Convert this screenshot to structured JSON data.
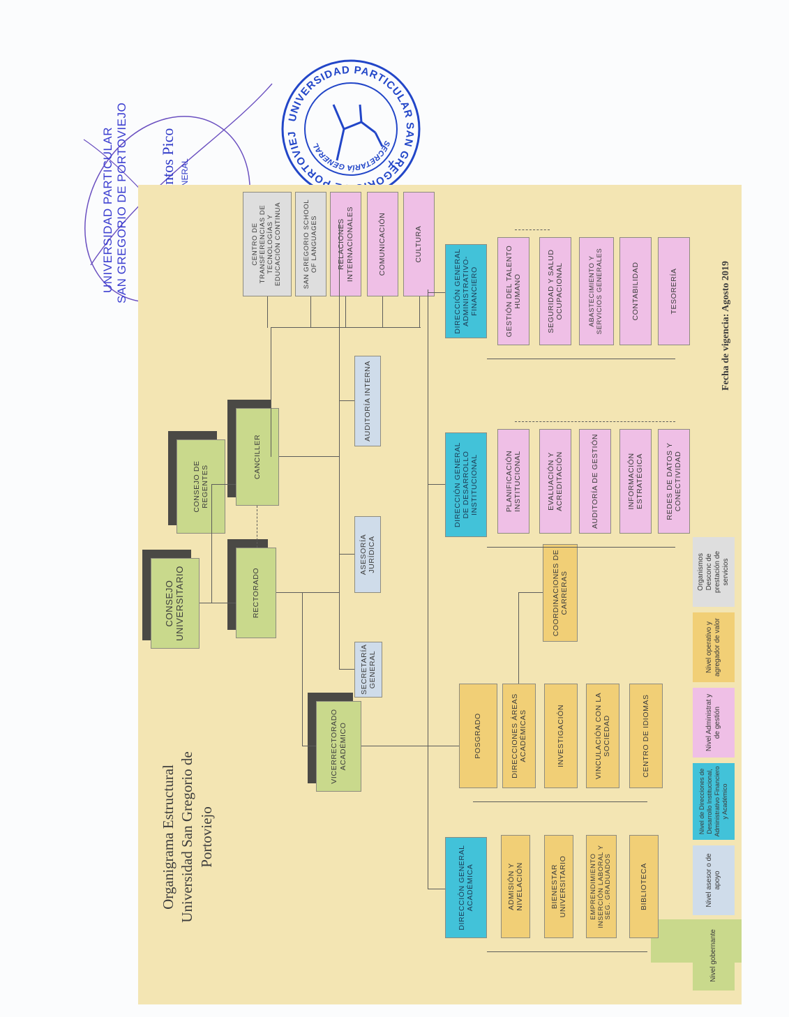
{
  "title": {
    "line1": "Organigrama Estructural",
    "line2": "Universidad San Gregorio de",
    "line3": "Portoviejo"
  },
  "fecha_vigencia": "Fecha de vigencia: Agosto 2019",
  "legend": [
    {
      "label": "Nivel gobernante",
      "color": "#c9d98c"
    },
    {
      "label": "Nivel asesor o de apoyo",
      "color": "#cfdcea"
    },
    {
      "label": "Nivel de Direcciones de Desarrollo Institucional, Administrativo Financiero y Académico",
      "color": "#42c2d9"
    },
    {
      "label": "Nivel Administrat y de gestión",
      "color": "#efbfe6"
    },
    {
      "label": "Nivel operativo y agregador de valor",
      "color": "#f1cf76"
    },
    {
      "label": "Organismos Desconc de prestación de servicios",
      "color": "#dedede"
    }
  ],
  "nodes": {
    "consejo_universitario": "CONSEJO UNIVERSITARIO",
    "consejo_regentes": "CONSEJO DE REGENTES",
    "rectorado": "RECTORADO",
    "canciller": "CANCILLER",
    "vicerrectorado": "VICERRECTORADO ACADÉMICO",
    "secretaria_general": "SECRETARÍA GENERAL",
    "asesoria_juridica": "ASESORÍA JURÍDICA",
    "auditoria_interna": "AUDITORÍA INTERNA",
    "dir_academica": "DIRECCIÓN GENERAL ACADÉMICA",
    "dir_desarrollo": "DIRECCIÓN GENERAL DE DESARROLLO INSTITUCIONAL",
    "dir_administrativo": "DIRECCIÓN GENERAL ADMINISTRATIVO-FINANCIERO",
    "admision": "ADMISIÓN Y NIVELACIÓN",
    "bienestar": "BIENESTAR UNIVERSITARIO",
    "emprendimiento": "EMPRENDIMIENTO INSERCIÓN LABORAL Y SEG. GRADUADOS",
    "biblioteca": "BIBLIOTECA",
    "posgrado": "POSGRADO",
    "direcciones_areas": "DIRECCIONES ÁREAS ACADÉMICAS",
    "investigacion": "INVESTIGACIÓN",
    "vinculacion": "VINCULACIÓN CON LA SOCIEDAD",
    "centro_idiomas": "CENTRO DE IDIOMAS",
    "coordinaciones": "COORDINACIONES DE CARRERAS",
    "planificacion": "PLANIFICACIÓN INSTITUCIONAL",
    "evaluacion": "EVALUACIÓN Y ACREDITACIÓN",
    "auditoria_gestion": "AUDITORÍA DE GESTIÓN",
    "informacion": "INFORMACIÓN ESTRATÉGICA",
    "redes": "REDES DE DATOS Y CONECTIVIDAD",
    "talento": "GESTIÓN DEL TALENTO HUMANO",
    "seguridad": "SEGURIDAD Y SALUD OCUPACIONAL",
    "abastecimiento": "ABASTECIMIENTO Y SERVICIOS GENERALES",
    "contabilidad": "CONTABILIDAD",
    "tesoreria": "TESORERÍA",
    "centro_transferencias": "CENTRO DE TRANSFERENCIAS DE TECNOLOGÍAS Y EDUCACIÓN CONTINUA",
    "school_languages": "SAN GREGORIO SCHOOL OF LANGUAGES",
    "relaciones": "RELACIONES INTERNACIONALES",
    "comunicacion": "COMUNICACIÓN",
    "cultura": "CULTURA"
  },
  "stamp": {
    "round_outer": "UNIVERSIDAD PARTICULAR SAN GREGORIO DE PORTOVIEJO",
    "round_inner": "SECRETARÍA GENERAL",
    "round_mark": "X",
    "rect_line1": "UNIVERSIDAD PARTICULAR",
    "rect_line2": "SAN GREGORIO DE PORTOVIEJO",
    "signer": "Ab. Jorge Cantos Pico",
    "signer_role": "SECRETARIO GENERAL"
  },
  "colors": {
    "background": "#f3e5b3",
    "stamp_ink": "#1f3fc0",
    "signature_ink": "#5a3fb0"
  }
}
